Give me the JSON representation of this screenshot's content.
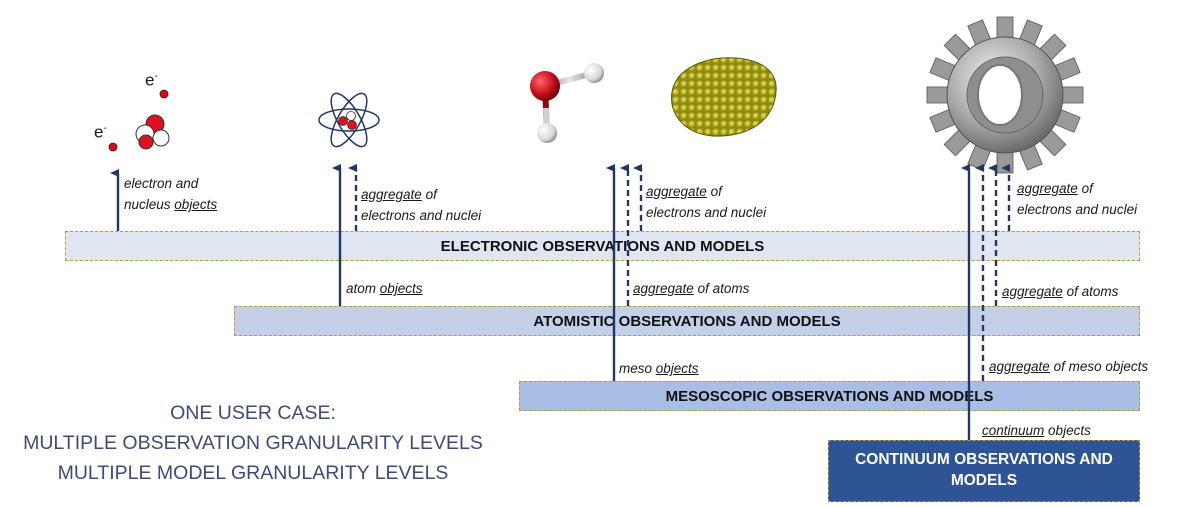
{
  "bands": {
    "electronic": "ELECTRONIC OBSERVATIONS AND MODELS",
    "atomistic": "ATOMISTIC OBSERVATIONS AND MODELS",
    "meso": "MESOSCOPIC OBSERVATIONS AND MODELS",
    "continuum": "CONTINUUM OBSERVATIONS AND MODELS"
  },
  "labels": {
    "electron_nucleus": {
      "line1": "electron and",
      "line2_pre": "nucleus ",
      "line2_u": "objects"
    },
    "agg_electrons": {
      "u": "aggregate",
      "rest1": " of",
      "line2": "electrons and nuclei"
    },
    "atom_objects": {
      "pre": "atom ",
      "u": "objects"
    },
    "agg_atoms": {
      "u": "aggregate",
      "rest": " of atoms"
    },
    "meso_objects": {
      "pre": "meso ",
      "u": "objects"
    },
    "agg_meso": {
      "u": "aggregate",
      "rest": " of meso objects"
    },
    "continuum_objects": {
      "u": "continuum",
      "rest": " objects"
    }
  },
  "electron_symbol": "e",
  "electron_sup": "-",
  "usecase": {
    "line1": "ONE USER CASE:",
    "line2": "MULTIPLE OBSERVATION GRANULARITY LEVELS",
    "line3": "MULTIPLE MODEL GRANULARITY LEVELS"
  },
  "colors": {
    "arrow": "#1f3864",
    "electronic_band": "#dfe6f1",
    "atomistic_band": "#c3d0e8",
    "meso_band": "#a9bee4",
    "continuum_band": "#2f5496",
    "text_blue": "#3e4a7a"
  }
}
